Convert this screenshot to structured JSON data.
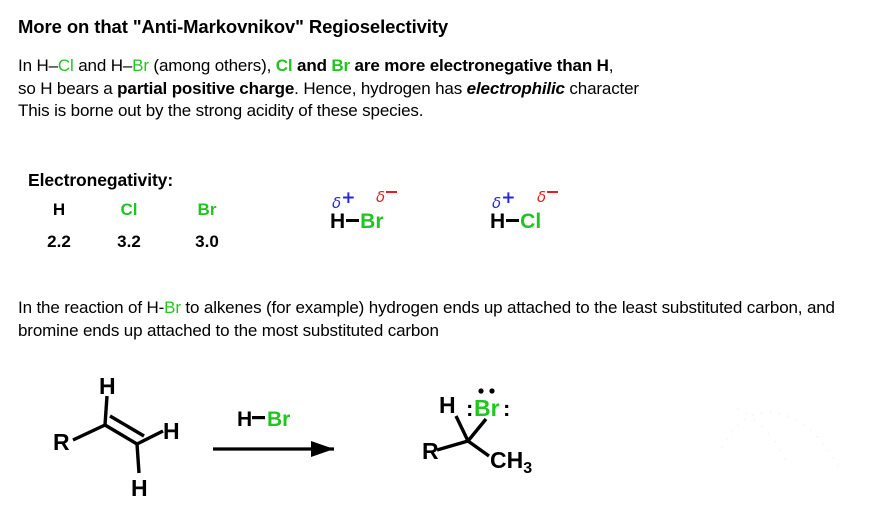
{
  "slide": {
    "background": "#ffffff",
    "accent_green": "#21c521",
    "delta_positive_color": "#2727e0",
    "delta_negative_color": "#e02020",
    "title": "More on that \"Anti-Markovnikov\" Regioselectivity"
  },
  "paragraphs": {
    "intro": {
      "line1_a": "In H–",
      "line1_cl": "Cl",
      "line1_b": " and H–",
      "line1_br": "Br",
      "line1_c": " (among others), ",
      "line1_cl2": "Cl",
      "line1_and": " and ",
      "line1_br2": "Br",
      "line1_bold_tail": " are more electronegative than H",
      "line1_comma": ",",
      "line2_a": "so H bears a ",
      "line2_bold": "partial positive charge",
      "line2_b": ". Hence, hydrogen has ",
      "line2_italic": "electrophilic",
      "line2_c": " character",
      "line3": "This is borne out by the strong acidity of these species."
    },
    "reaction": {
      "a": "In the reaction of H-",
      "br": "Br",
      "b": " to alkenes (for example) hydrogen ends up attached to the least substituted carbon, and bromine ends up attached to the most substituted carbon"
    }
  },
  "electronegativity": {
    "heading": "Electronegativity:",
    "symbols": [
      "H",
      "Cl",
      "Br"
    ],
    "values": [
      "2.2",
      "3.2",
      "3.0"
    ],
    "symbol_colors": [
      "#000000",
      "#21c521",
      "#21c521"
    ]
  },
  "dipoles": [
    {
      "id": "hbr",
      "delta_plus": "δ",
      "plus_sign": "+",
      "delta_minus": "δ",
      "minus_sign": "–",
      "atom_left": "H",
      "atom_right": "Br",
      "atom_right_color": "#21c521"
    },
    {
      "id": "hcl",
      "delta_plus": "δ",
      "plus_sign": "+",
      "delta_minus": "δ",
      "minus_sign": "–",
      "atom_left": "H",
      "atom_right": "Cl",
      "atom_right_color": "#21c521"
    }
  ],
  "scheme": {
    "reactant": {
      "label_r": "R",
      "label_h_top": "H",
      "label_h_right": "H",
      "label_h_bottom": "H",
      "bond_type": "double"
    },
    "arrow": {
      "reagent_h": "H",
      "reagent_dash": "–",
      "reagent_br": "Br",
      "reagent_br_color": "#21c521",
      "direction": "right"
    },
    "product": {
      "label_h": "H",
      "label_br": "Br",
      "label_br_color": "#21c521",
      "label_br_left_dots": ":",
      "label_br_right_dots": ":",
      "label_r": "R",
      "label_ch3": "CH",
      "label_ch3_sub": "3",
      "lone_pairs": 3
    }
  }
}
